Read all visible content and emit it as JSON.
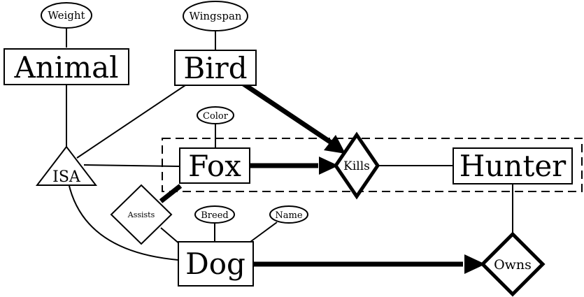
{
  "entities": {
    "animal": "Animal",
    "bird": "Bird",
    "fox": "Fox",
    "hunter": "Hunter",
    "dog": "Dog"
  },
  "attributes": {
    "weight": "Weight",
    "wingspan": "Wingspan",
    "color": "Color",
    "breed": "Breed",
    "name": "Name"
  },
  "relationships": {
    "isa": "ISA",
    "kills": "Kills",
    "assists": "Assists",
    "owns": "Owns"
  }
}
